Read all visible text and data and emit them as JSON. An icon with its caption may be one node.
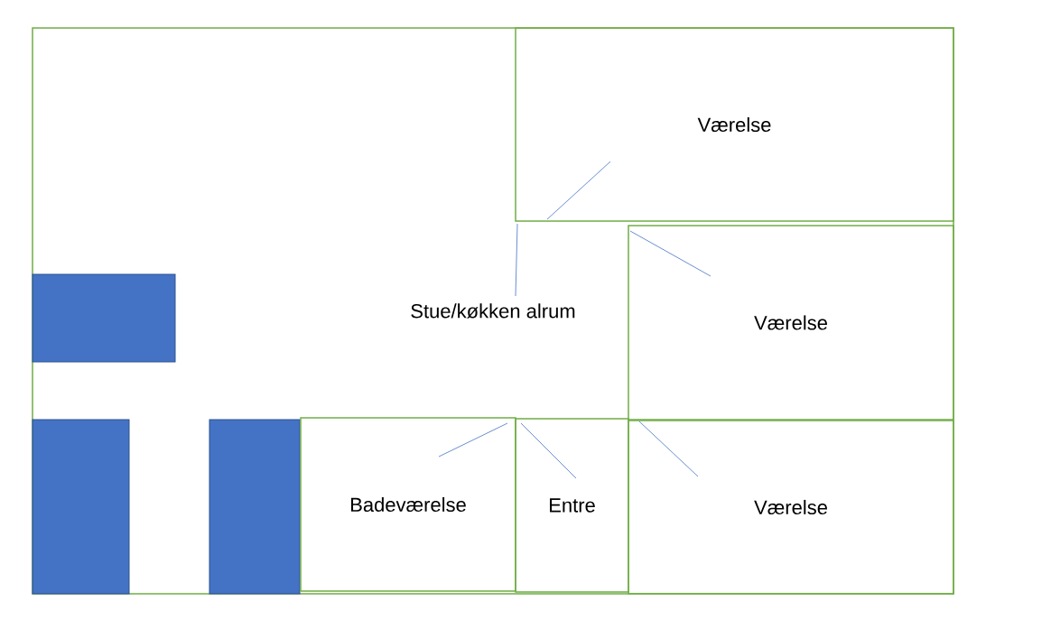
{
  "diagram": {
    "nodes": [
      {
        "text": [
          "Stue/køkken alrum"
        ]
      },
      {
        "text": [
          "Værelse"
        ],
        "in": 0
      },
      {
        "text": [],
        "shape": "box",
        "in": 0
      },
      {
        "text": [
          "Værelse"
        ],
        "in": 0
      },
      {
        "text": [],
        "shape": "box",
        "in": 0
      },
      {
        "text": [],
        "shape": "box",
        "in": 0
      },
      {
        "text": [
          "Badeværelse"
        ],
        "in": 0
      },
      {
        "text": [
          "Entre"
        ],
        "in": 0
      },
      {
        "text": [
          "Værelse"
        ],
        "in": 0
      }
    ]
  }
}
